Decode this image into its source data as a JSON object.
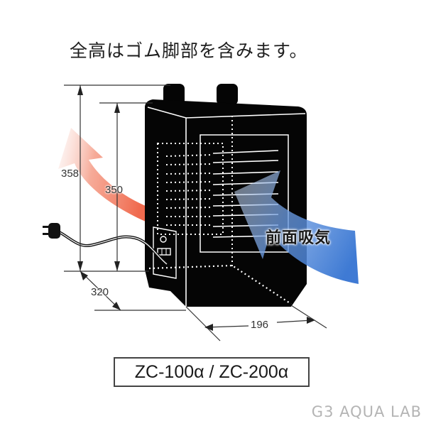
{
  "caption": "全高はゴム脚部を含みます。",
  "dimensions": {
    "total_height": "358",
    "body_height": "350",
    "depth": "320",
    "width": "196"
  },
  "intake_label": "前面吸気",
  "model_label": "ZC-100α / ZC-200α",
  "watermark": "G3 AQUA LAB",
  "icons": {
    "exhaust_arrow": "red-exhaust-arrow",
    "intake_arrow": "blue-intake-arrow",
    "power_plug": "power-plug",
    "chiller_unit": "chiller-unit"
  },
  "colors": {
    "exhaust": "#f06a4e",
    "intake": "#3e7fd8",
    "unit_body": "#050505",
    "dimension_line": "#333333",
    "watermark": "#b4b4b4"
  }
}
